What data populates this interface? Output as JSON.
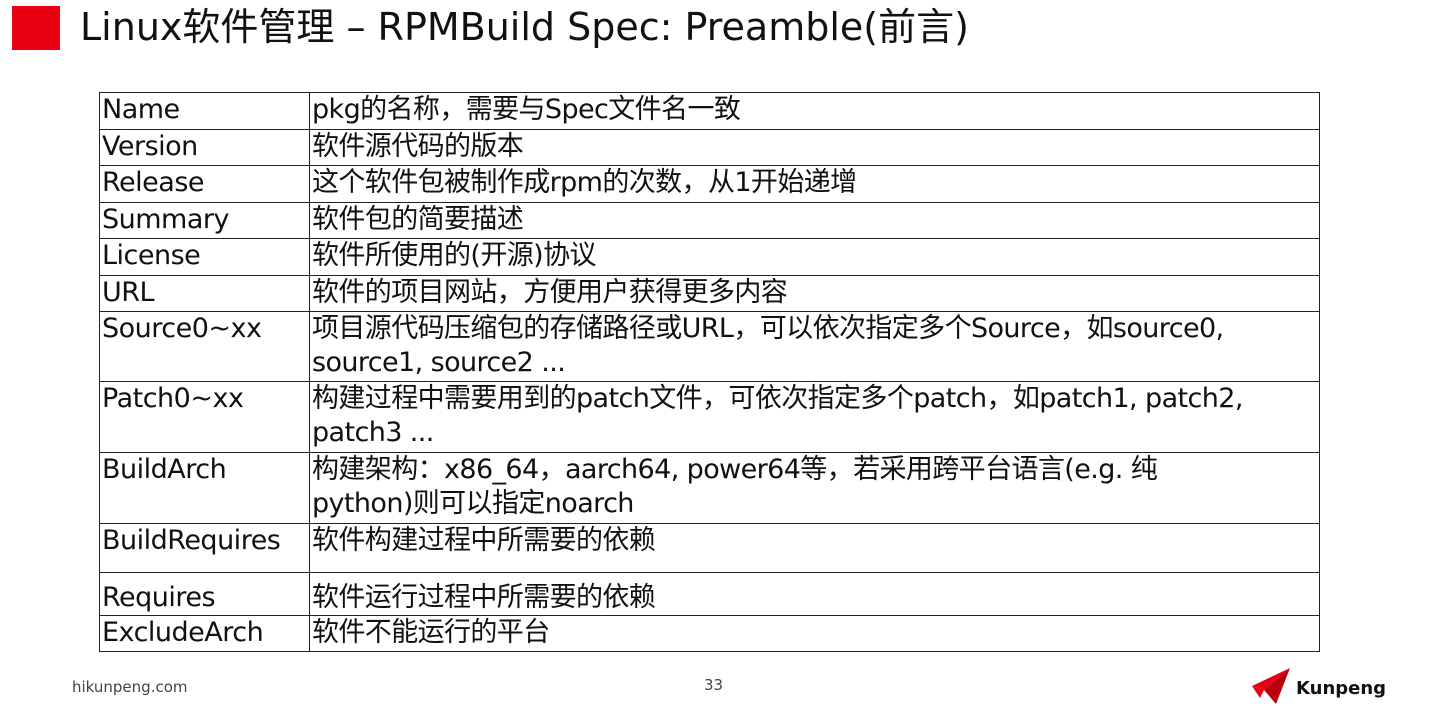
{
  "header": {
    "title": "Linux软件管理 – RPMBuild Spec: Preamble(前言)",
    "accent_color": "#e60012"
  },
  "table": {
    "rows": [
      {
        "key": "Name",
        "lines": [
          "pkg的名称，需要与Spec文件名一致"
        ]
      },
      {
        "key": "Version",
        "lines": [
          "软件源代码的版本"
        ]
      },
      {
        "key": "Release",
        "lines": [
          "这个软件包被制作成rpm的次数，从1开始递增"
        ]
      },
      {
        "key": "Summary",
        "lines": [
          "软件包的简要描述"
        ]
      },
      {
        "key": "License",
        "lines": [
          "软件所使用的(开源)协议"
        ]
      },
      {
        "key": "URL",
        "lines": [
          "软件的项目网站，方便用户获得更多内容"
        ]
      },
      {
        "key": "Source0~xx",
        "lines": [
          "项目源代码压缩包的存储路径或URL，可以依次指定多个Source，如source0,",
          "source1, source2 ..."
        ]
      },
      {
        "key": "Patch0~xx",
        "lines": [
          "构建过程中需要用到的patch文件，可依次指定多个patch，如patch1, patch2,",
          "patch3 ..."
        ]
      },
      {
        "key": "BuildArch",
        "lines": [
          "构建架构：x86_64，aarch64, power64等，若采用跨平台语言(e.g. 纯",
          "python)则可以指定noarch"
        ]
      },
      {
        "key": "BuildRequires",
        "lines": [
          "软件构建过程中所需要的依赖"
        ]
      },
      {
        "key": "Requires",
        "lines": [
          "软件运行过程中所需要的依赖"
        ]
      },
      {
        "key": "ExcludeArch",
        "lines": [
          "软件不能运行的平台"
        ]
      }
    ]
  },
  "footer": {
    "site": "hikunpeng.com",
    "page_number": "33",
    "logo_text": "Kunpeng",
    "logo_color": "#e60012"
  }
}
